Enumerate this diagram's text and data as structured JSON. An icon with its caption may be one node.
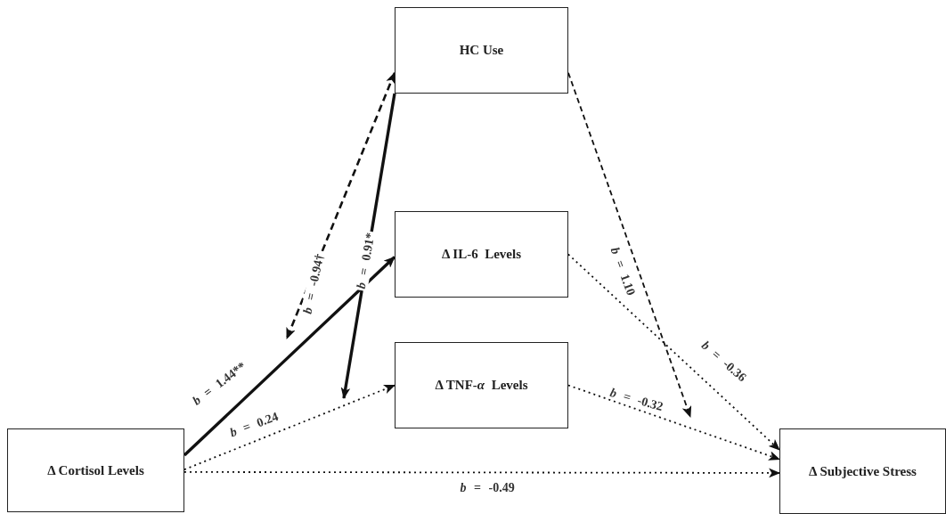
{
  "diagram": {
    "nodes": [
      {
        "text": [
          "HC Use"
        ]
      },
      {
        "text": [
          "Δ IL-6  Levels"
        ]
      },
      {
        "text": [
          "Δ TNF-*α*  Levels"
        ]
      },
      {
        "text": [
          "Δ Cortisol Levels"
        ]
      },
      {
        "text": [
          "Δ Subjective Stress"
        ]
      }
    ],
    "edges": [
      {
        "from": 3,
        "to": 1,
        "arrow": "to",
        "label": "*b* = 1.44**",
        "style": "thick"
      },
      {
        "from": 3,
        "to": 2,
        "arrow": "to",
        "label": "*b* = 0.24",
        "style": "dashed"
      },
      {
        "from": 3,
        "to": 4,
        "arrow": "to",
        "label": "*b* = -0.49",
        "style": "dashed"
      },
      {
        "from": 1,
        "to": 4,
        "arrow": "to",
        "label": "*b* = -0.36",
        "style": "dashed"
      },
      {
        "from": 2,
        "to": 4,
        "arrow": "to",
        "label": "*b* = -0.32",
        "style": "dashed"
      },
      {
        "from": 0,
        "to": null,
        "arrow": "both",
        "label": "*b* = -0.94†",
        "style": "dashed"
      },
      {
        "from": 0,
        "to": null,
        "arrow": "to",
        "label": "*b* = 0.91*",
        "style": "thick"
      },
      {
        "from": 0,
        "to": null,
        "arrow": "to",
        "label": "*b* = 1.10",
        "style": "dashed"
      }
    ]
  }
}
